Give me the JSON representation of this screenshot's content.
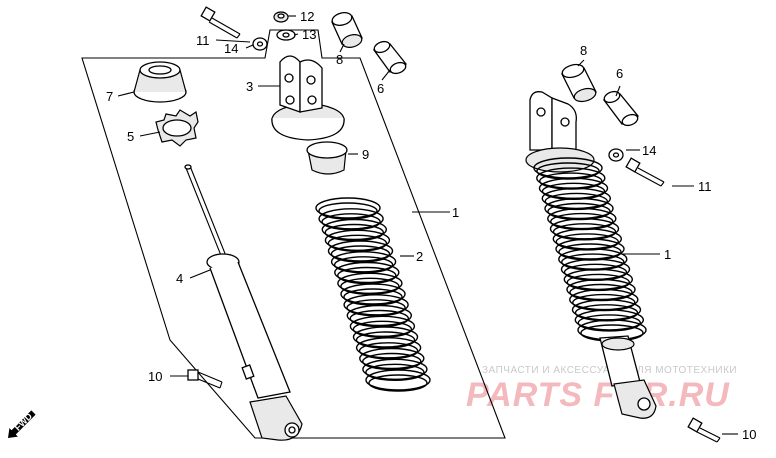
{
  "callouts": {
    "c1_left": "1",
    "c1_right": "1",
    "c2": "2",
    "c3": "3",
    "c4": "4",
    "c5": "5",
    "c6_top": "6",
    "c6_right": "6",
    "c7": "7",
    "c8_top": "8",
    "c8_right": "8",
    "c9": "9",
    "c10_left": "10",
    "c10_right": "10",
    "c11_top": "11",
    "c11_right": "11",
    "c12": "12",
    "c13": "13",
    "c14_top": "14",
    "c14_right": "14"
  },
  "direction_label": "FWD",
  "watermark": {
    "caption": "ЗАПЧАСТИ И АКСЕССУАРЫ ДЛЯ МОТОТЕХНИКИ",
    "logo": "PARTS FOR.RU"
  }
}
